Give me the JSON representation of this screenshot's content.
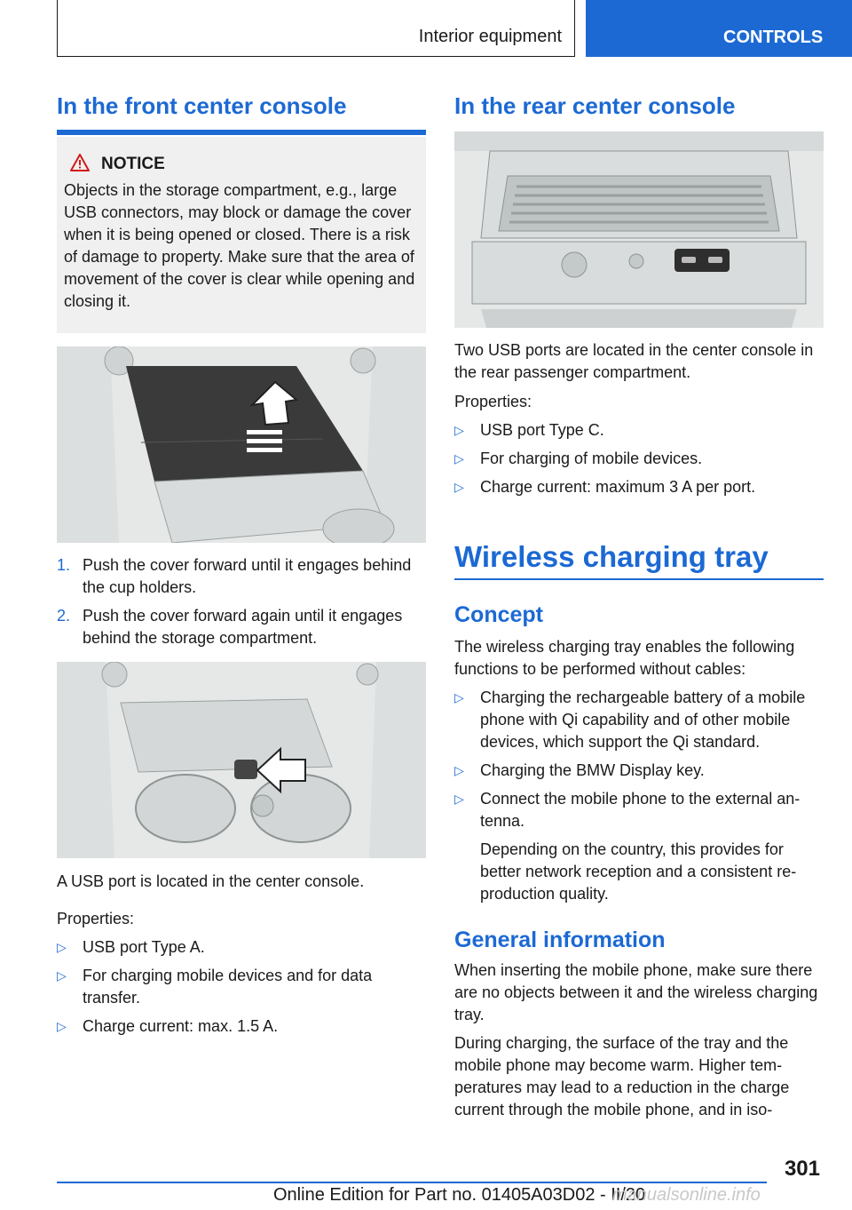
{
  "header": {
    "section": "Interior equipment",
    "chapter": "CONTROLS"
  },
  "left": {
    "heading": "In the front center console",
    "notice": {
      "title": "NOTICE",
      "text": "Objects in the storage compartment, e.g., large USB connectors, may block or damage the cover when it is being opened or closed. There is a risk of damage to property. Make sure that the area of movement of the cover is clear while opening and closing it."
    },
    "steps": [
      {
        "num": "1.",
        "text": "Push the cover forward until it engages be­hind the cup holders."
      },
      {
        "num": "2.",
        "text": "Push the cover forward again until it engages behind the storage compartment."
      }
    ],
    "usb_intro": "A USB port is located in the center console.",
    "properties_label": "Properties:",
    "properties": [
      "USB port Type A.",
      "For charging mobile devices and for data transfer.",
      "Charge current: max. 1.5 A."
    ]
  },
  "right": {
    "heading": "In the rear center console",
    "intro": "Two USB ports are located in the center console in the rear passenger compartment.",
    "properties_label": "Properties:",
    "properties": [
      "USB port Type C.",
      "For charging of mobile devices.",
      "Charge current: maximum 3 A per port."
    ],
    "section_title": "Wireless charging tray",
    "concept_title": "Concept",
    "concept_text": "The wireless charging tray enables the following functions to be performed without cables:",
    "concept_items": [
      "Charging the rechargeable battery of a mo­bile phone with Qi capability and of other mo­bile devices, which support the Qi standard.",
      "Charging the BMW Display key.",
      "Connect the mobile phone to the external an­tenna."
    ],
    "concept_sub": "Depending on the country, this provides for better network reception and a consistent re­production quality.",
    "general_title": "General information",
    "general_p1": "When inserting the mobile phone, make sure there are no objects between it and the wireless charging tray.",
    "general_p2": "During charging, the surface of the tray and the mobile phone may become warm. Higher tem­peratures may lead to a reduction in the charge current through the mobile phone, and in iso-"
  },
  "footer": {
    "page_number": "301",
    "edition": "Online Edition for Part no. 01405A03D02 - II/20",
    "watermark": "manualsonline.info"
  },
  "colors": {
    "accent": "#1c69d4",
    "notice_bg": "#f0f0f0"
  },
  "icons": {
    "notice": "warning-triangle-icon",
    "bullet": "triangle-bullet-icon"
  }
}
